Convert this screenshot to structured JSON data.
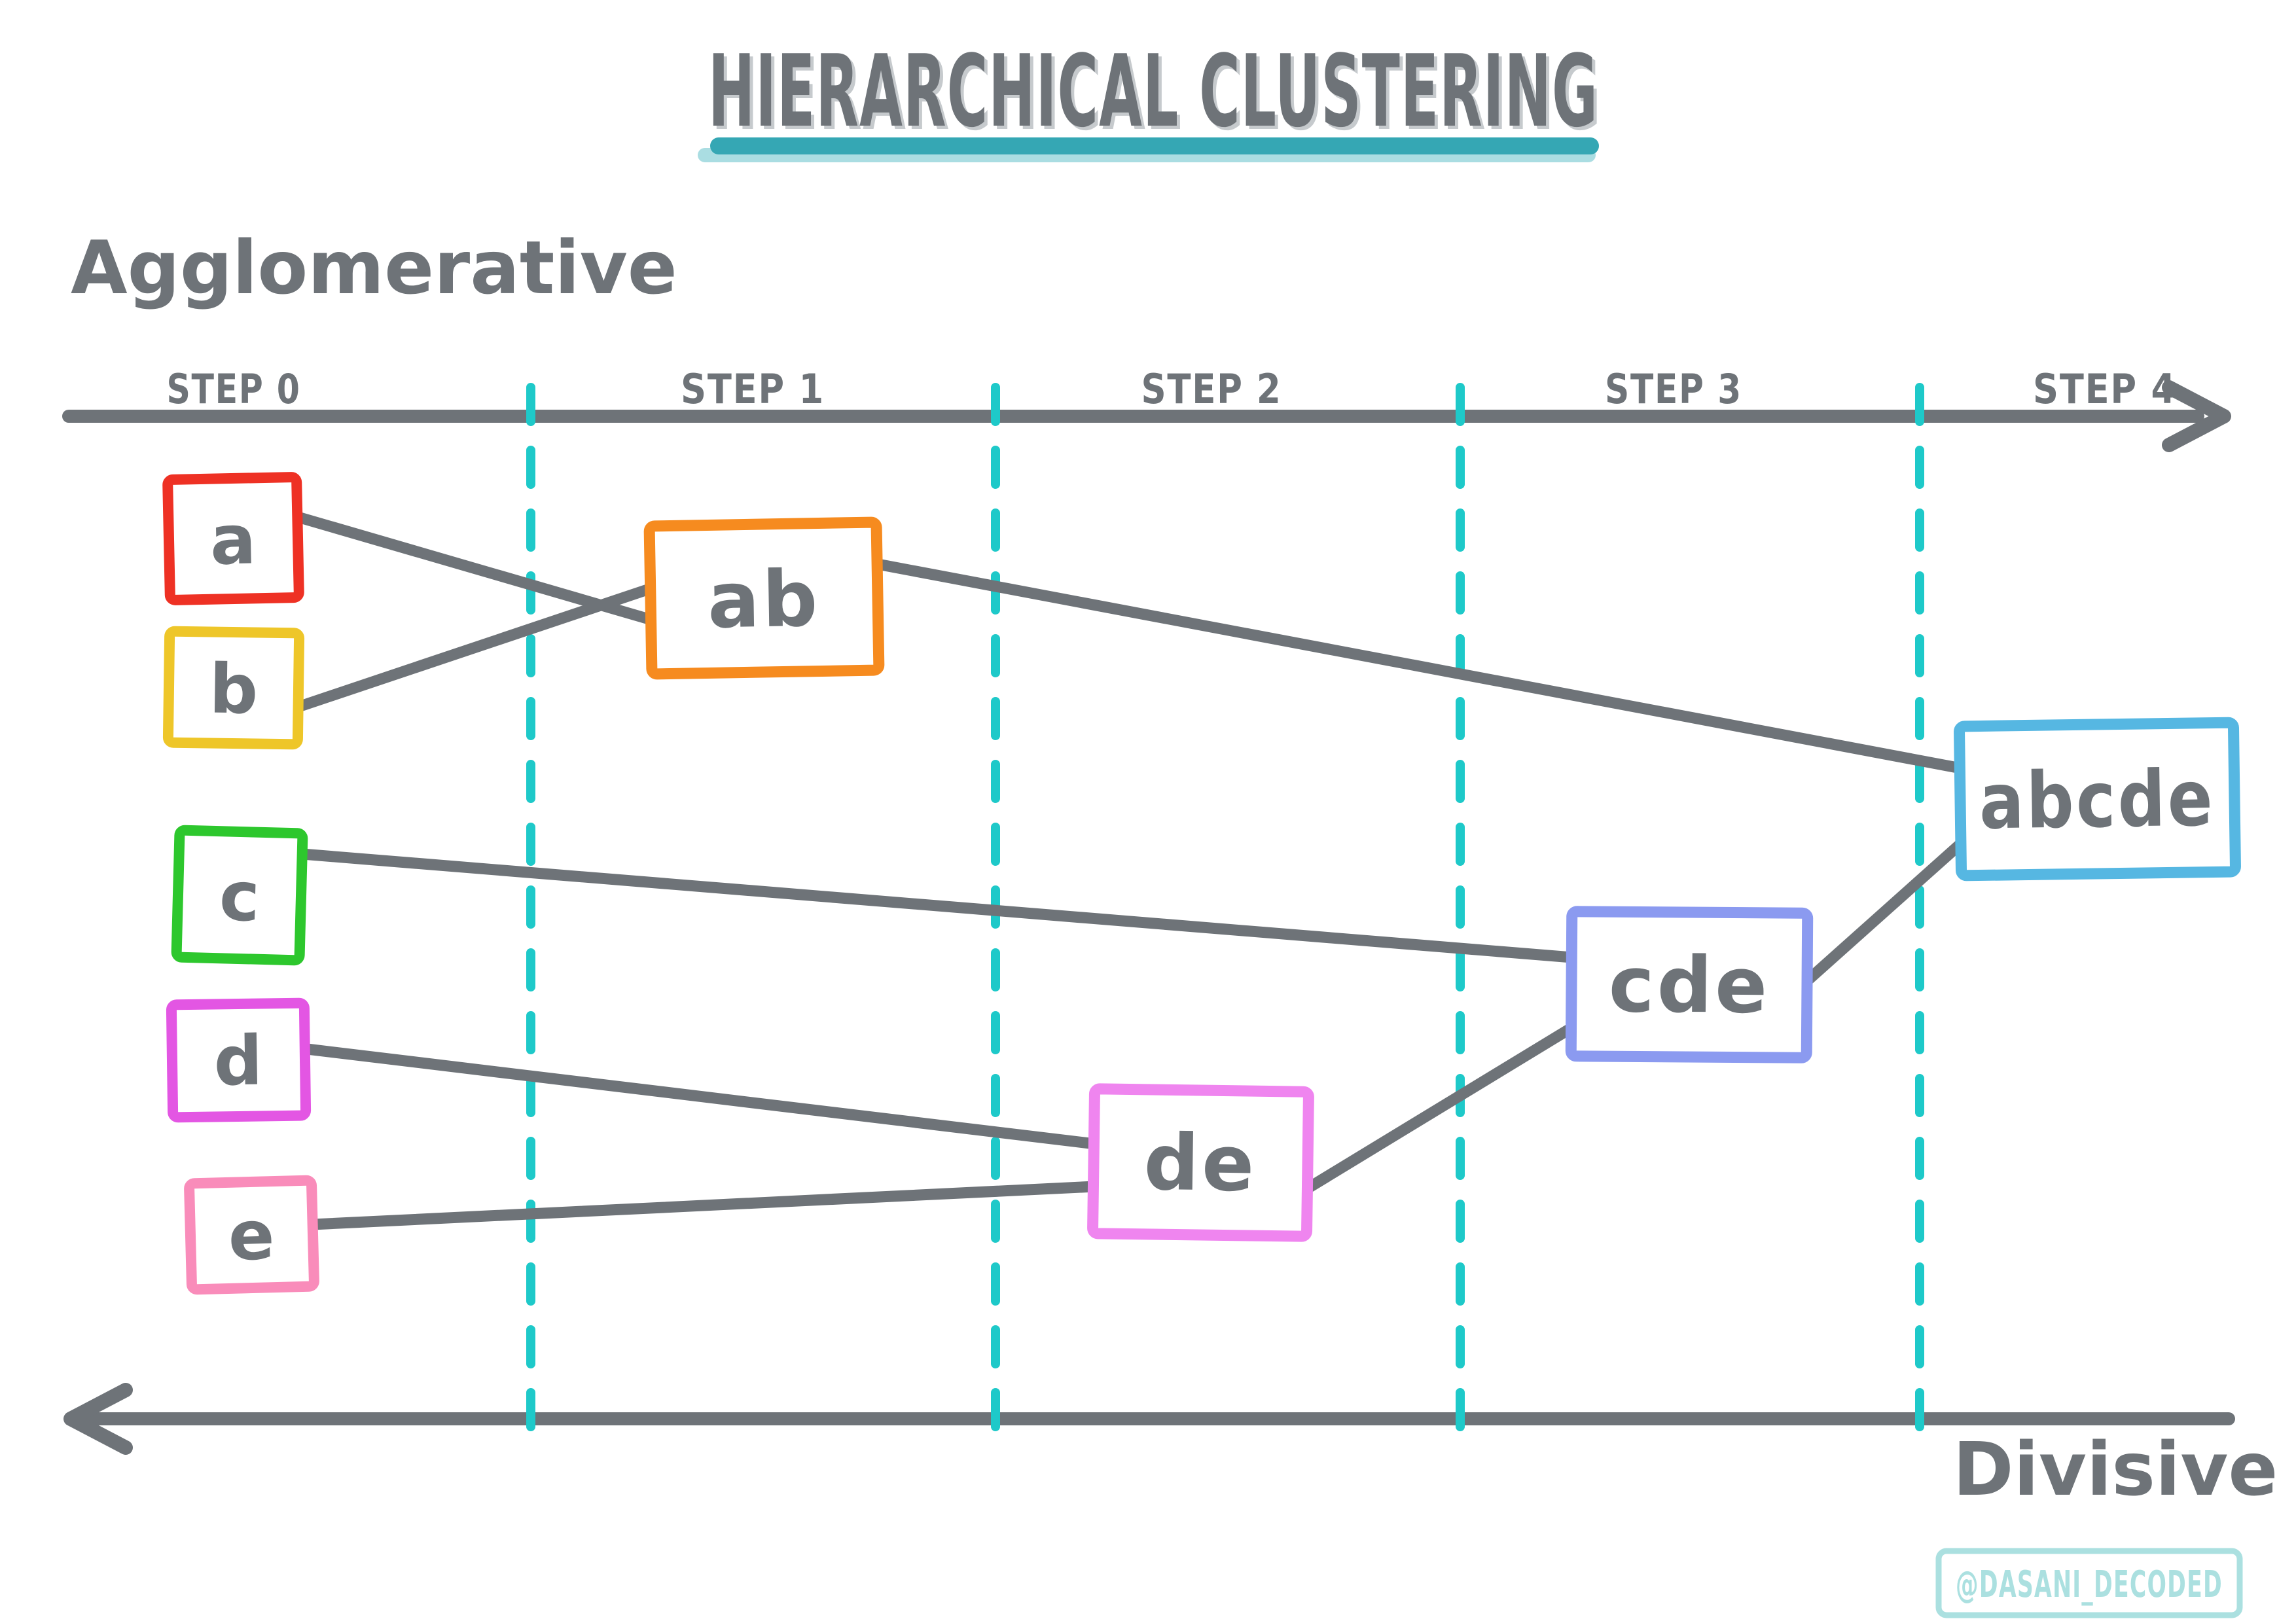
{
  "title": {
    "text": "HIERARCHICAL CLUSTERING"
  },
  "methods": {
    "agglomerative": "Agglomerative",
    "divisive": "Divisive"
  },
  "timeline": {
    "steps": [
      {
        "label": "STEP 0"
      },
      {
        "label": "STEP 1"
      },
      {
        "label": "STEP 2"
      },
      {
        "label": "STEP 3"
      },
      {
        "label": "STEP 4"
      }
    ],
    "top_arrow_direction": "right",
    "bottom_arrow_direction": "left"
  },
  "nodes": {
    "a": {
      "label": "a",
      "color": "#ee3124"
    },
    "b": {
      "label": "b",
      "color": "#eec629"
    },
    "c": {
      "label": "c",
      "color": "#2dc72d"
    },
    "d": {
      "label": "d",
      "color": "#e356e3"
    },
    "e": {
      "label": "e",
      "color": "#f98cba"
    },
    "ab": {
      "label": "ab",
      "color": "#f68b1f"
    },
    "de": {
      "label": "de",
      "color": "#ef85ef"
    },
    "cde": {
      "label": "cde",
      "color": "#8b9af0"
    },
    "abcde": {
      "label": "abcde",
      "color": "#56b7e2"
    }
  },
  "edges": [
    {
      "from": "a",
      "to": "ab"
    },
    {
      "from": "b",
      "to": "ab"
    },
    {
      "from": "c",
      "to": "cde"
    },
    {
      "from": "d",
      "to": "de"
    },
    {
      "from": "e",
      "to": "de"
    },
    {
      "from": "ab",
      "to": "abcde"
    },
    {
      "from": "de",
      "to": "cde"
    },
    {
      "from": "cde",
      "to": "abcde"
    }
  ],
  "colors": {
    "ink": "#6e7378",
    "divider": "#1ec9c9",
    "underline": "#35a7b4",
    "underline_shadow": "#aadde2",
    "watermark": "#abe0e0",
    "box_fill": "#ffffff"
  },
  "watermark": {
    "text": "@DASANI_DECODED"
  }
}
